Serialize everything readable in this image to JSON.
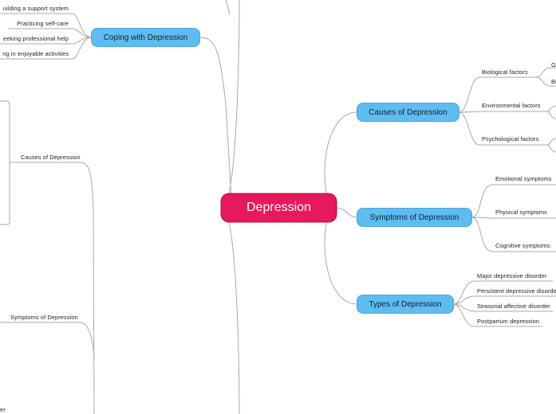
{
  "central": "Depression",
  "main": {
    "causes": "Causes of Depression",
    "symptoms": "Symptoms of Depression",
    "types": "Types of Depression",
    "coping": "Coping with Depression"
  },
  "causes_children": [
    "Biological factors",
    "Environmental factors",
    "Psychological factors"
  ],
  "biological_children": [
    "G",
    "Br"
  ],
  "symptoms_children": [
    "Emotional symptoms",
    "Physical symptoms",
    "Cognitive symptoms"
  ],
  "types_children": [
    "Major depressive disorder",
    "Persistent depressive disorde",
    "Seasonal affective disorder",
    "Postpartum depression"
  ],
  "coping_children": [
    "uilding a support system",
    "Practicing self-care",
    "eeking professional help",
    "ng in enjoyable activities"
  ],
  "left_outline": {
    "causes": "Causes of Depression",
    "symptoms": "Symptoms of Depression",
    "bottom_fragment": "er"
  },
  "colors": {
    "central": "#e8185c",
    "main_topic": "#5ebcf0",
    "connector": "#a9a9a9"
  }
}
